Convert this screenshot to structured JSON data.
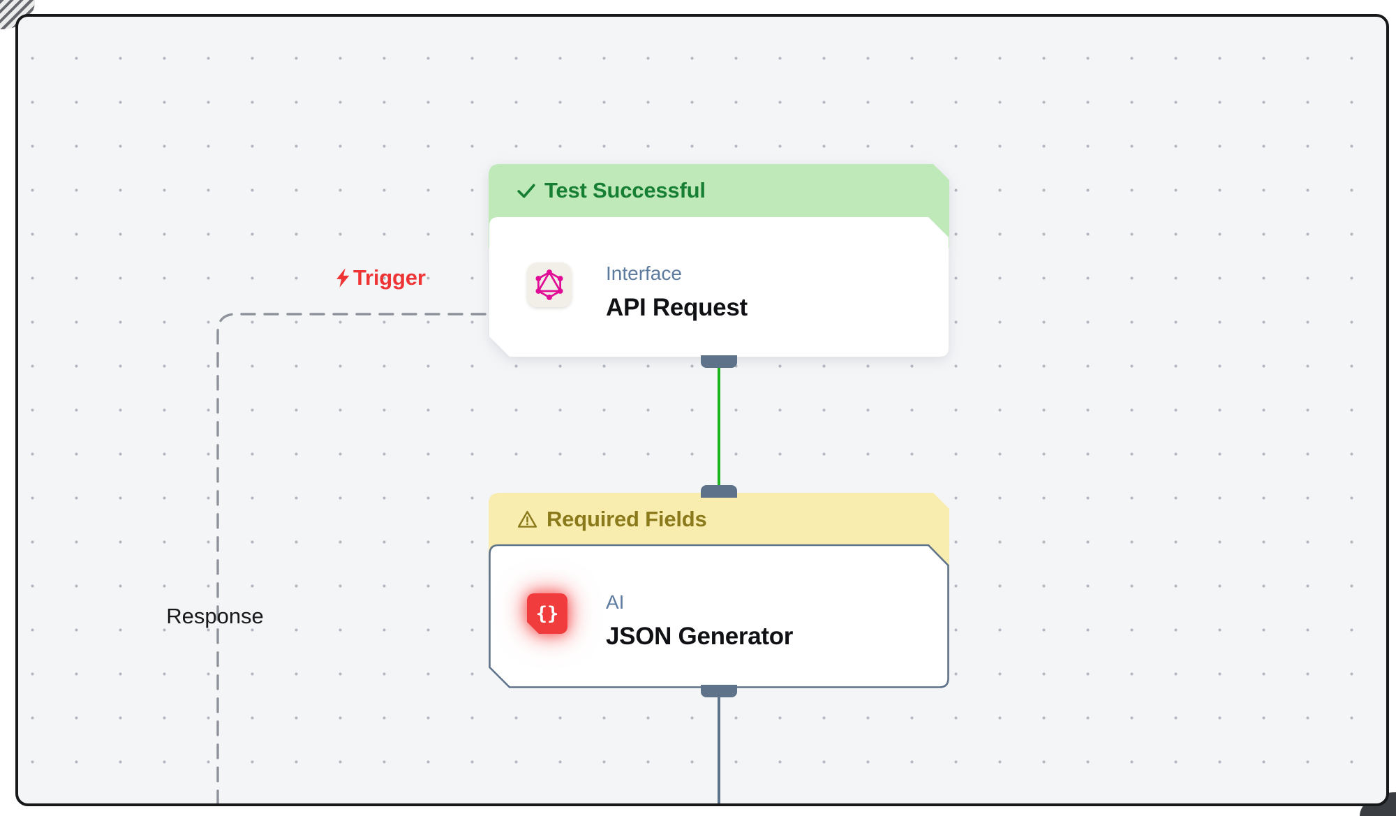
{
  "canvas": {
    "background": "#f4f5f7",
    "dot_color": "#b1b6be",
    "frame_color": "#17181a"
  },
  "edge_labels": {
    "trigger": "Trigger",
    "response": "Response"
  },
  "nodes": {
    "api_request": {
      "banner_label": "Test Successful",
      "banner_icon": "check-icon",
      "banner_bg": "#bfe9b8",
      "banner_text_color": "#177f33",
      "category": "Interface",
      "title": "API Request",
      "icon": "graphql-icon",
      "icon_color": "#e10c96",
      "icon_bg": "#f2efe8"
    },
    "json_generator": {
      "banner_label": "Required Fields",
      "banner_icon": "warning-icon",
      "banner_bg": "#f8edae",
      "banner_text_color": "#8a7a1c",
      "category": "AI",
      "title": "JSON Generator",
      "icon": "json-braces-icon",
      "icon_glyph": "{}",
      "icon_bg": "#f03c3c",
      "selected": true
    }
  },
  "edges": {
    "api_to_json_color": "#1cb41c",
    "json_output_color": "#5e7389",
    "trigger_dashed_color": "#8e939b"
  },
  "accents": {
    "trigger_red": "#ee3434",
    "slate_handle": "#5e7389",
    "category_blue": "#5d7b9e"
  }
}
